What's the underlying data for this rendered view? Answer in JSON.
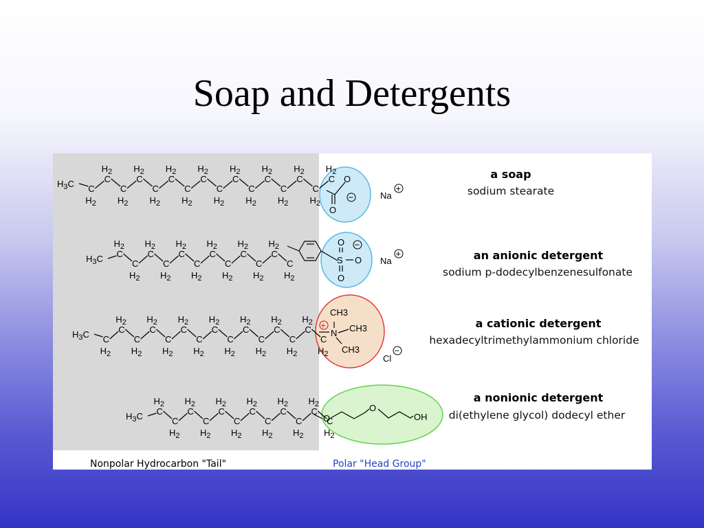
{
  "slide": {
    "title": "Soap and Detergents"
  },
  "figure": {
    "regions": {
      "tail_label": "Nonpolar Hydrocarbon \"Tail\"",
      "head_label": "Polar \"Head Group\""
    },
    "colors": {
      "tail_background": "#d8d8d8",
      "soap_head_fill": "#cfeaf7",
      "soap_head_stroke": "#55b8e6",
      "anionic_head_fill": "#cfeaf7",
      "anionic_head_stroke": "#55b8e6",
      "cationic_head_fill": "#f5dfc9",
      "cationic_head_stroke": "#e03a3a",
      "nonionic_head_fill": "#d9f4cf",
      "nonionic_head_stroke": "#63d24a",
      "head_label_color": "#1f44c8"
    },
    "molecules": [
      {
        "id": "soap",
        "heading": "a soap",
        "name": "sodium stearate",
        "counter_ion": "Na",
        "counter_charge": "+",
        "head_atoms": [
          "O",
          "O",
          "−"
        ],
        "chain_start": "H3C",
        "chain_unit": "C",
        "chain_h": "H2"
      },
      {
        "id": "anionic",
        "heading": "an anionic detergent",
        "name": "sodium p-dodecylbenzenesulfonate",
        "counter_ion": "Na",
        "counter_charge": "+",
        "head_atoms": [
          "S",
          "O",
          "O",
          "O",
          "−"
        ],
        "chain_start": "H3C",
        "chain_unit": "C",
        "chain_h": "H2"
      },
      {
        "id": "cationic",
        "heading": "a cationic detergent",
        "name": "hexadecyltrimethylammonium chloride",
        "counter_ion": "Cl",
        "counter_charge": "−",
        "head_atoms": [
          "N",
          "CH3",
          "CH3",
          "CH3",
          "+"
        ],
        "chain_start": "H3C",
        "chain_unit": "C",
        "chain_h": "H2"
      },
      {
        "id": "nonionic",
        "heading": "a nonionic detergent",
        "name": "di(ethylene glycol) dodecyl ether",
        "counter_ion": "",
        "counter_charge": "",
        "head_atoms": [
          "O",
          "O",
          "OH"
        ],
        "chain_start": "H3C",
        "chain_unit": "C",
        "chain_h": "H2"
      }
    ]
  }
}
